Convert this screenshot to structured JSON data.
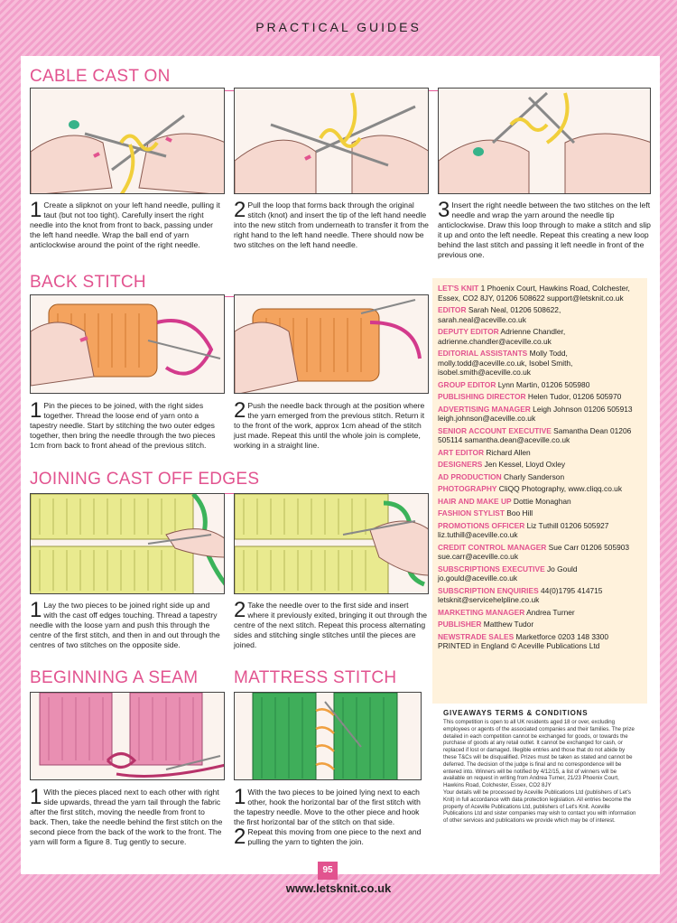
{
  "header": {
    "section": "PRACTICAL GUIDES"
  },
  "sections": {
    "cable": {
      "title": "CABLE CAST ON",
      "steps": [
        {
          "num": "1",
          "text": "Create a slipknot on your left hand needle, pulling it taut (but not too tight). Carefully insert the right needle into the knot from front to back, passing under the left hand needle. Wrap the ball end of yarn anticlockwise around the point of the right needle."
        },
        {
          "num": "2",
          "text": "Pull the loop that forms back through the original stitch (knot) and insert the tip of the left hand needle into the new stitch from underneath to transfer it from the right hand to the left hand needle. There should now be two stitches on the left hand needle."
        },
        {
          "num": "3",
          "text": "Insert the right needle between the two stitches on the left needle and wrap the yarn around the needle tip anticlockwise. Draw this loop through to make a stitch and slip it up and onto the left needle. Repeat this creating a new loop behind the last stitch and passing it left needle in front of the previous one."
        }
      ]
    },
    "back": {
      "title": "BACK STITCH",
      "steps": [
        {
          "num": "1",
          "text": "Pin the pieces to be joined, with the right sides together. Thread the loose end of yarn onto a tapestry needle. Start by stitching the two outer edges together, then bring the needle through the two pieces 1cm from back to front ahead of the previous stitch."
        },
        {
          "num": "2",
          "text": "Push the needle back through at the position where the yarn emerged from the previous stitch. Return it to the front of the work, approx 1cm ahead of the stitch just made. Repeat this until the whole join is complete, working in a straight line."
        }
      ]
    },
    "joining": {
      "title": "JOINING CAST OFF EDGES",
      "steps": [
        {
          "num": "1",
          "text": "Lay the two pieces to be joined right side up and with the cast off edges touching. Thread a tapestry needle with the loose yarn and push this through the centre of the first stitch, and then in and out through the centres of two stitches on the opposite side."
        },
        {
          "num": "2",
          "text": "Take the needle over to the first side and insert where it previously exited, bringing it out through the centre of the next stitch. Repeat this process alternating sides and stitching single stitches until the pieces are joined."
        }
      ]
    },
    "seam": {
      "title": "BEGINNING A SEAM",
      "steps": [
        {
          "num": "1",
          "text": "With the pieces placed next to each other with right side upwards, thread the yarn tail through the fabric after the first stitch, moving the needle from front to back. Then, take the needle behind the first stitch on the second piece from the back of the work to the front. The yarn will form a figure 8. Tug gently to secure."
        }
      ]
    },
    "mattress": {
      "title": "MATTRESS STITCH",
      "steps": [
        {
          "num": "1",
          "text": "With the two pieces to be joined lying next to each other, hook the horizontal bar of the first stitch with the tapestry needle. Move to the other piece and hook the first horizontal bar of the stitch on that side."
        },
        {
          "num": "2",
          "text": "Repeat this moving from one piece to the next and pulling the yarn to tighten the join."
        }
      ]
    }
  },
  "credits": [
    {
      "role": "LET'S KNIT",
      "text": " 1 Phoenix Court, Hawkins Road, Colchester, Essex, CO2 8JY, 01206 508622 support@letsknit.co.uk"
    },
    {
      "role": "EDITOR",
      "text": " Sarah Neal, 01206 508622, sarah.neal@aceville.co.uk"
    },
    {
      "role": "DEPUTY EDITOR",
      "text": " Adrienne Chandler, adrienne.chandler@aceville.co.uk"
    },
    {
      "role": "EDITORIAL ASSISTANTS",
      "text": " Molly Todd, molly.todd@aceville.co.uk, Isobel Smith, isobel.smith@aceville.co.uk"
    },
    {
      "role": "GROUP EDITOR",
      "text": " Lynn Martin, 01206 505980"
    },
    {
      "role": "PUBLISHING DIRECTOR",
      "text": " Helen Tudor, 01206 505970"
    },
    {
      "role": "ADVERTISING MANAGER",
      "text": " Leigh Johnson 01206 505913 leigh.johnson@aceville.co.uk"
    },
    {
      "role": "SENIOR ACCOUNT EXECUTIVE",
      "text": " Samantha Dean 01206 505114 samantha.dean@aceville.co.uk"
    },
    {
      "role": "ART EDITOR",
      "text": " Richard Allen"
    },
    {
      "role": "DESIGNERS",
      "text": " Jen Kessel, Lloyd Oxley"
    },
    {
      "role": "AD PRODUCTION",
      "text": " Charly Sanderson"
    },
    {
      "role": "PHOTOGRAPHY",
      "text": " CliQQ Photography, www.cliqq.co.uk"
    },
    {
      "role": "HAIR AND MAKE UP",
      "text": " Dottie Monaghan"
    },
    {
      "role": "FASHION STYLIST",
      "text": " Boo Hill"
    },
    {
      "role": "PROMOTIONS OFFICER",
      "text": " Liz Tuthill 01206 505927 liz.tuthill@aceville.co.uk"
    },
    {
      "role": "CREDIT CONTROL MANAGER",
      "text": " Sue Carr 01206 505903 sue.carr@aceville.co.uk"
    },
    {
      "role": "SUBSCRIPTIONS EXECUTIVE",
      "text": " Jo Gould jo.gould@aceville.co.uk"
    },
    {
      "role": "SUBSCRIPTION ENQUIRIES",
      "text": " 44(0)1795 414715 letsknit@servicehelpline.co.uk"
    },
    {
      "role": "MARKETING MANAGER",
      "text": " Andrea Turner"
    },
    {
      "role": "PUBLISHER",
      "text": " Matthew Tudor"
    },
    {
      "role": "NEWSTRADE SALES",
      "text": " Marketforce 0203 148 3300 PRINTED in England © Aceville Publications Ltd"
    }
  ],
  "giveaways": {
    "title": "GIVEAWAYS TERMS & CONDITIONS",
    "body": "This competition is open to all UK residents aged 18 or over, excluding employees or agents of the associated companies and their families. The prize detailed in each competition cannot be exchanged for goods, or towards the purchase of goods at any retail outlet. It cannot be exchanged for cash, or replaced if lost or damaged. Illegible entries and those that do not abide by these T&Cs will be disqualified. Prizes must be taken as stated and cannot be deferred. The decision of the judge is final and no correspondence will be entered into. Winners will be notified by 4/12/15, a list of winners will be available on request in writing from Andrea Turner, 21/23 Phoenix Court, Hawkins Road, Colchester, Essex, CO2 8JY",
    "body2": "Your details will be processed by Aceville Publications Ltd (publishers of Let's Knit) in full accordance with data protection legislation. All entries become the property of Aceville Publications Ltd, publishers of Let's Knit. Aceville Publications Ltd and sister companies may wish to contact you with information of other services and publications we provide which may be of interest."
  },
  "footer": {
    "page_number": "95",
    "url": "www.letsknit.co.uk"
  },
  "colors": {
    "accent": "#e2538f",
    "credits_bg": "#fff2dc",
    "border_pink": "#f4a9cf"
  }
}
